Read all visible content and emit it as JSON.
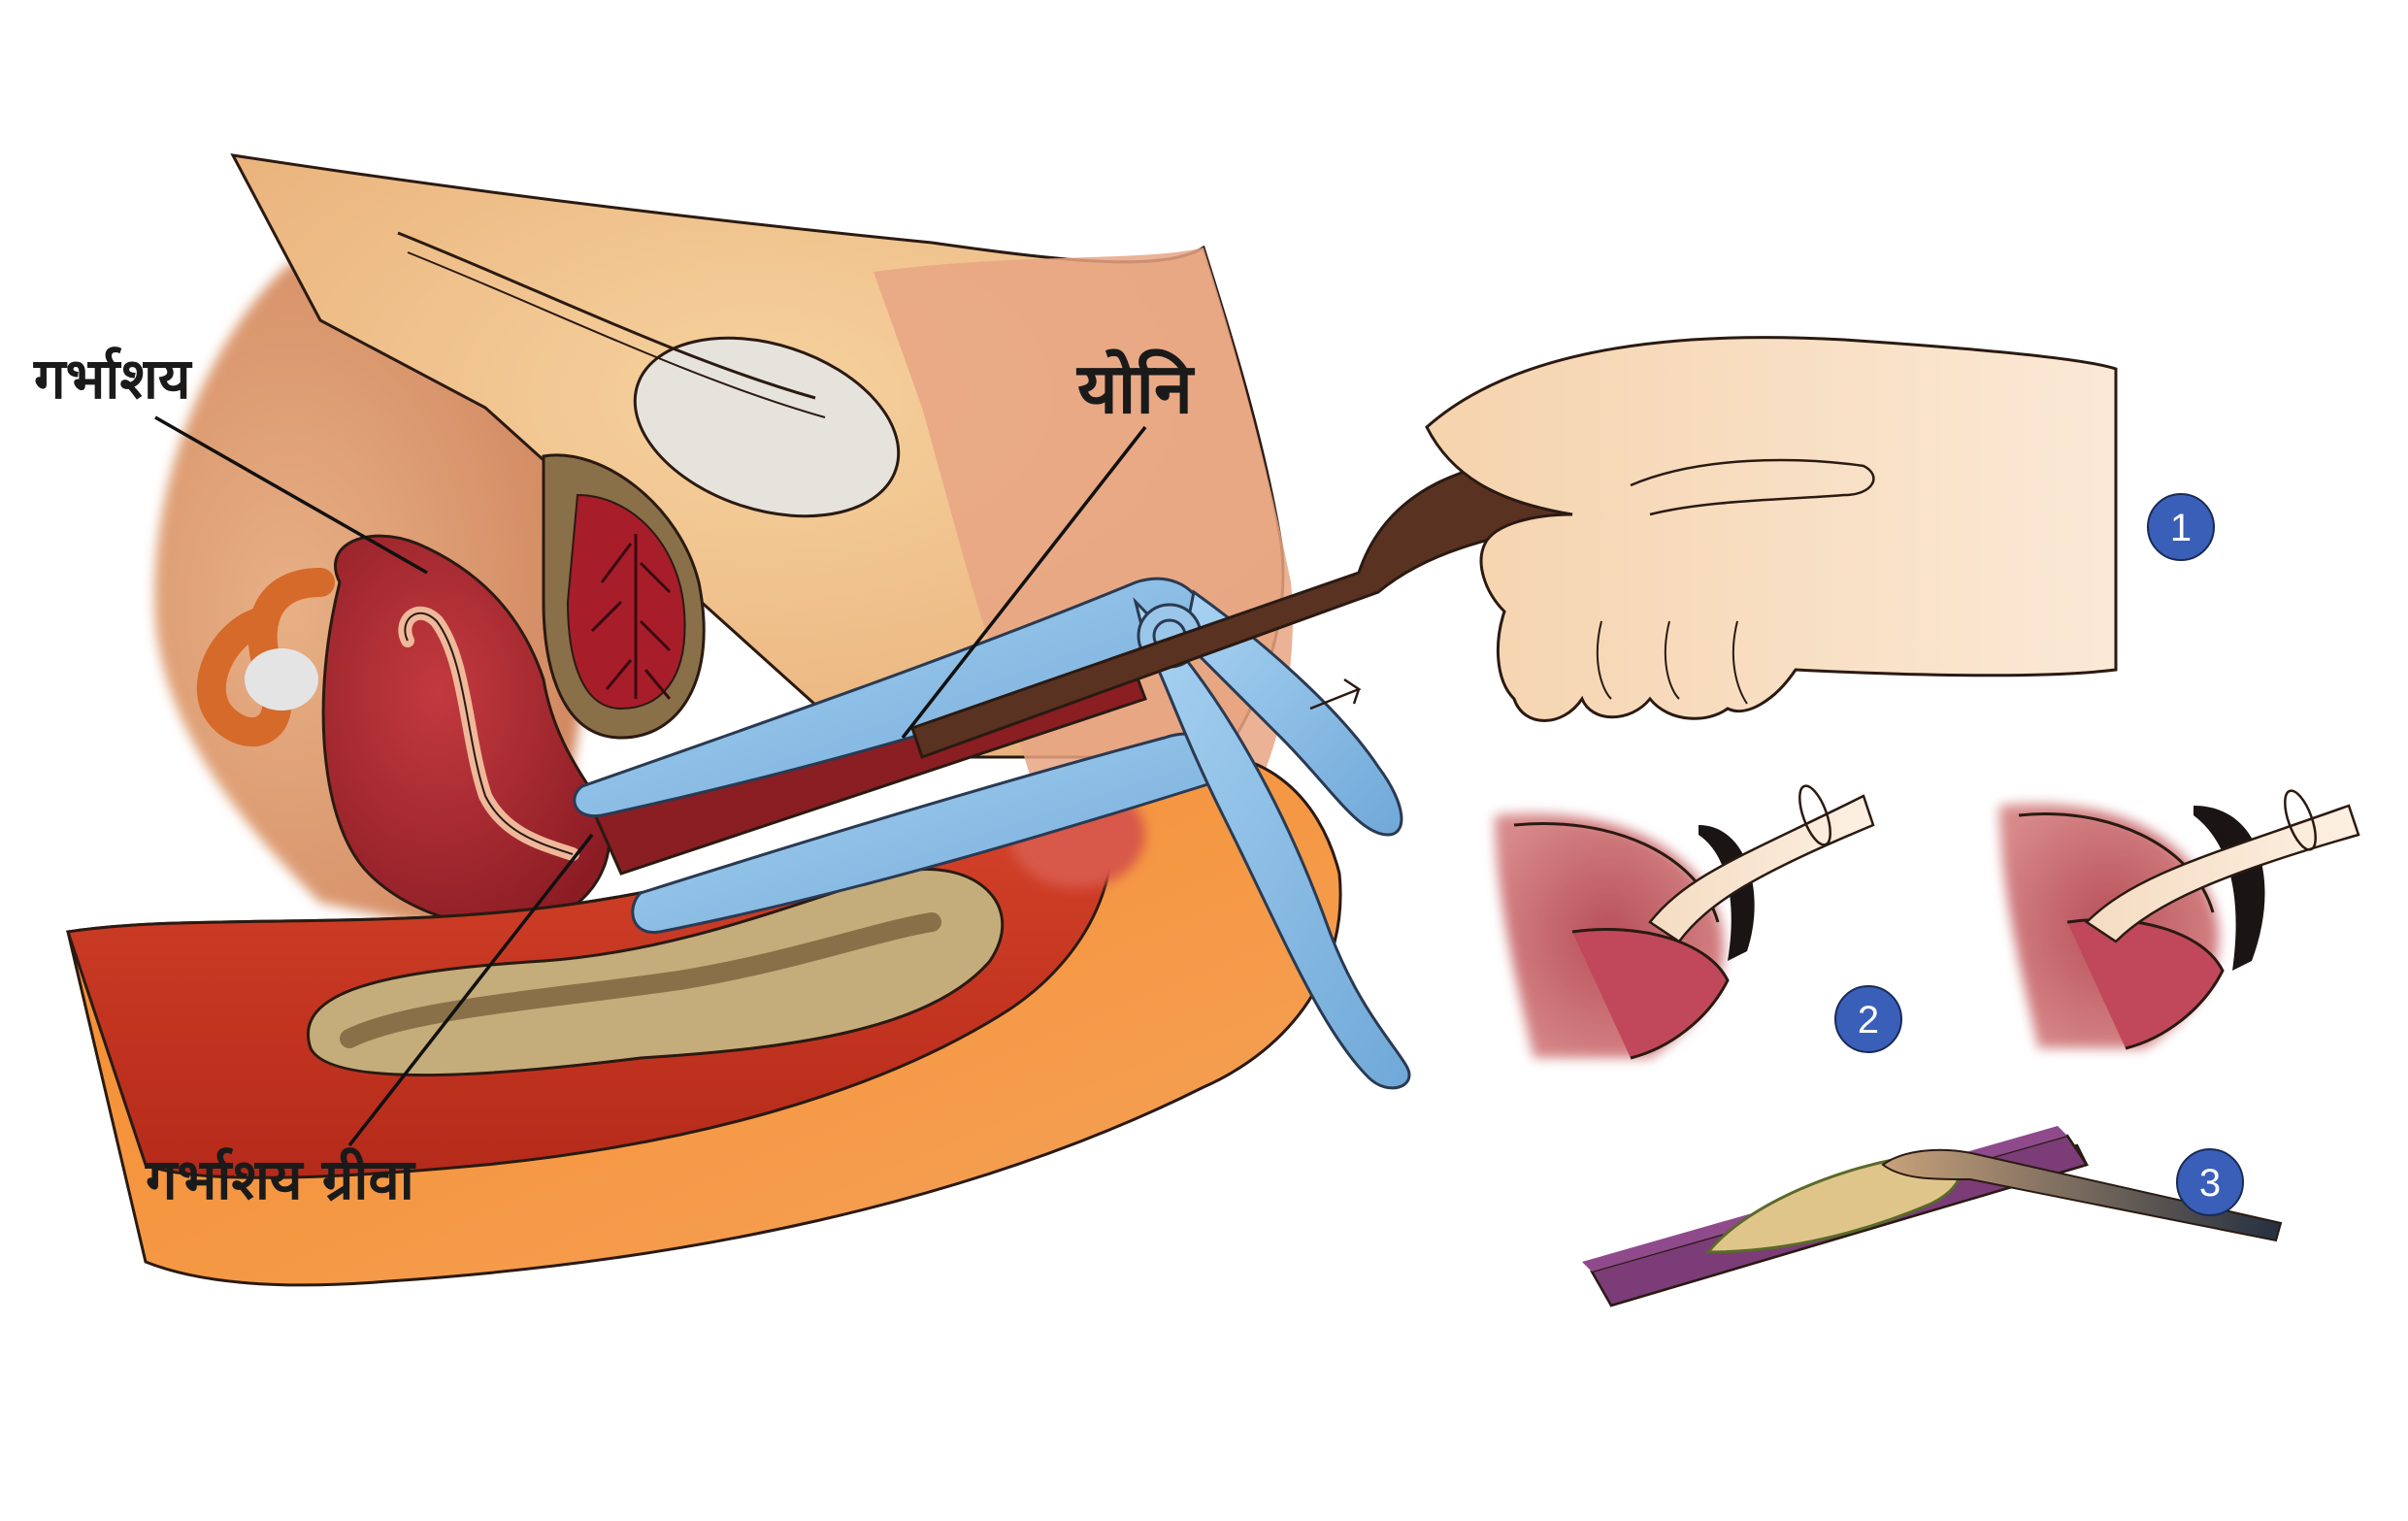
{
  "labels": {
    "uterus": "गर्भाशय",
    "vagina": "योनि",
    "cervix": "गर्भाशय ग्रीवा"
  },
  "steps": [
    {
      "number": "1"
    },
    {
      "number": "2"
    },
    {
      "number": "3"
    }
  ],
  "colors": {
    "skin": "#f2c994",
    "flesh": "#e39a6a",
    "uterus": "#a8232d",
    "speculum": "#8dbde6",
    "step_badge": "#3a5fb8",
    "slide": "#7a3a78",
    "orange_base": "#f08a2a"
  }
}
